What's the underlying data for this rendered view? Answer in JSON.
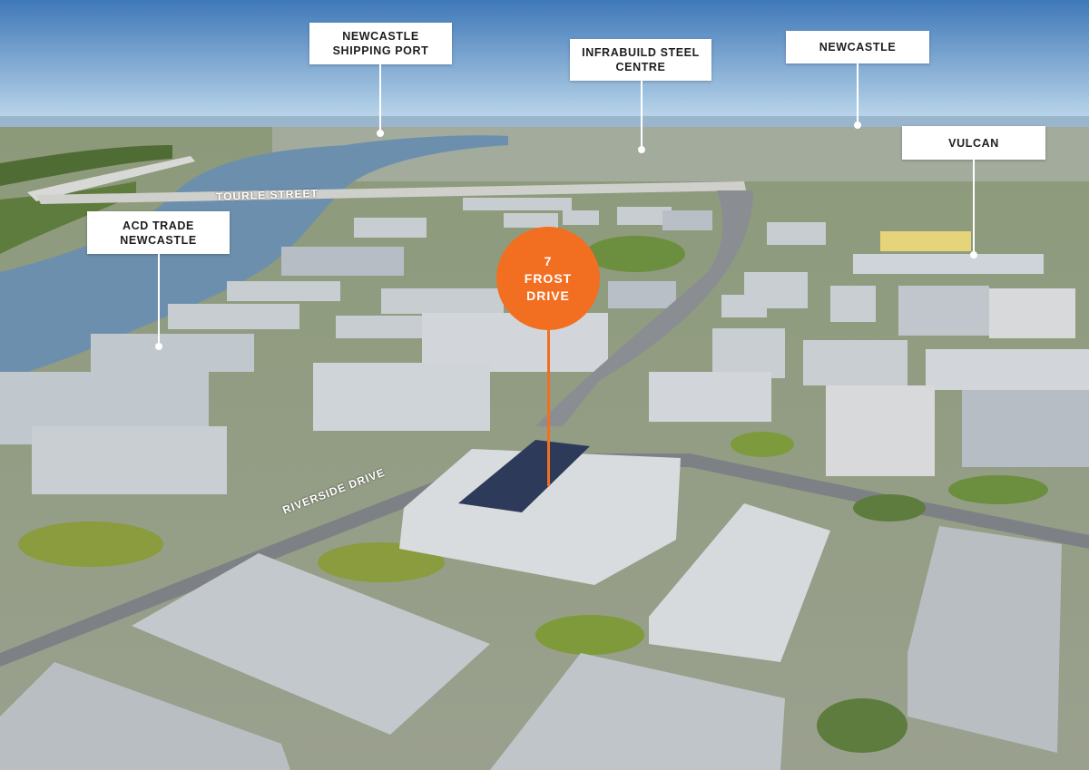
{
  "colors": {
    "accent": "#f26f21",
    "sky_top": "#3f78b8",
    "sky_bottom": "#c3dced",
    "water": "#6d8fae",
    "roof": "#c9ced3",
    "vegetation": "#6b8f3e",
    "road": "#7d8185"
  },
  "callouts": [
    {
      "id": "shipping-port",
      "text": "NEWCASTLE\nSHIPPING PORT"
    },
    {
      "id": "steel-centre",
      "text": "INFRABUILD STEEL\nCENTRE"
    },
    {
      "id": "newcastle",
      "text": "NEWCASTLE"
    },
    {
      "id": "vulcan",
      "text": "VULCAN"
    },
    {
      "id": "acd-trade",
      "text": "ACD TRADE\nNEWCASTLE"
    }
  ],
  "roads": {
    "tourle": "TOURLE STREET",
    "riverside": "RIVERSIDE DRIVE"
  },
  "property": {
    "line1": "7",
    "line2": "FROST",
    "line3": "DRIVE"
  }
}
